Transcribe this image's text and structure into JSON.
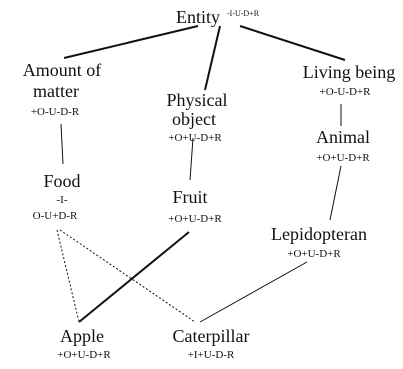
{
  "diagram": {
    "nodes": {
      "entity": {
        "name": "Entity",
        "meta": "-I-U-D+R"
      },
      "amount_of_matter": {
        "name_line1": "Amount of",
        "name_line2": "matter",
        "meta": "+O-U-D-R"
      },
      "physical_object": {
        "name_line1": "Physical",
        "name_line2": "object",
        "meta": "+O+U-D+R"
      },
      "living_being": {
        "name": "Living being",
        "meta": "+O-U-D+R"
      },
      "animal": {
        "name": "Animal",
        "meta": "+O+U-D+R"
      },
      "food": {
        "name": "Food",
        "meta_line1": "-I-",
        "meta_line2": "O-U+D-R"
      },
      "fruit": {
        "name": "Fruit",
        "meta": "+O+U-D+R"
      },
      "lepidopteran": {
        "name": "Lepidopteran",
        "meta": "+O+U-D+R"
      },
      "apple": {
        "name": "Apple",
        "meta": "+O+U-D+R"
      },
      "caterpillar": {
        "name": "Caterpillar",
        "meta": "+I+U-D-R"
      }
    },
    "edges": [
      {
        "from": "entity",
        "to": "amount_of_matter",
        "style": "solid"
      },
      {
        "from": "entity",
        "to": "physical_object",
        "style": "solid"
      },
      {
        "from": "entity",
        "to": "living_being",
        "style": "solid"
      },
      {
        "from": "amount_of_matter",
        "to": "food",
        "style": "thin"
      },
      {
        "from": "physical_object",
        "to": "fruit",
        "style": "thin"
      },
      {
        "from": "living_being",
        "to": "animal",
        "style": "thin"
      },
      {
        "from": "animal",
        "to": "lepidopteran",
        "style": "thin"
      },
      {
        "from": "fruit",
        "to": "apple",
        "style": "solid"
      },
      {
        "from": "food",
        "to": "apple",
        "style": "dotted"
      },
      {
        "from": "food",
        "to": "caterpillar",
        "style": "dotted"
      },
      {
        "from": "lepidopteran",
        "to": "caterpillar",
        "style": "thin"
      }
    ],
    "colors": {
      "line": "#111111",
      "text": "#111111",
      "background": "#ffffff"
    }
  }
}
